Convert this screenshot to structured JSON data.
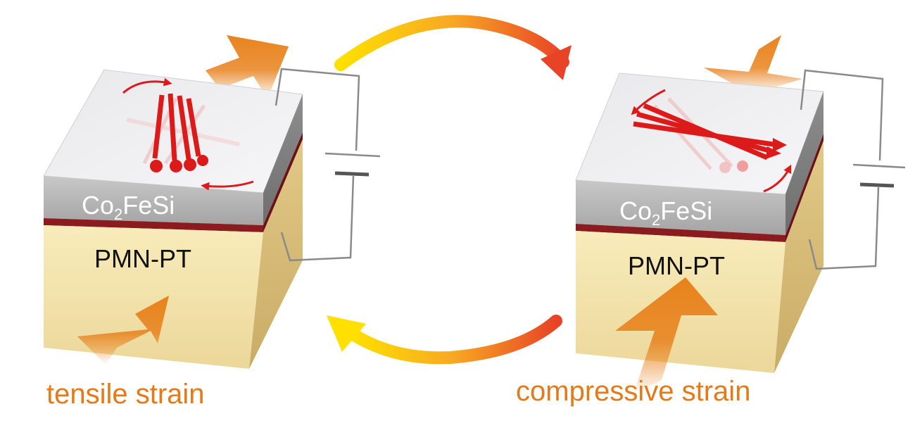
{
  "left_panel": {
    "film_base": "Co",
    "film_subscript": "2",
    "film_suffix": "FeSi",
    "substrate": "PMN-PT",
    "caption": "tensile strain"
  },
  "right_panel": {
    "film_base": "Co",
    "film_subscript": "2",
    "film_suffix": "FeSi",
    "substrate": "PMN-PT",
    "caption": "compressive strain"
  },
  "colors": {
    "strain_arrow": "#e8821e",
    "magnet_arrow": "#dd1a1a",
    "substrate": "#f3e3a8",
    "film": "#b3b3b3",
    "interface": "#8a1b1f",
    "caption_text": "#e57a1a"
  }
}
